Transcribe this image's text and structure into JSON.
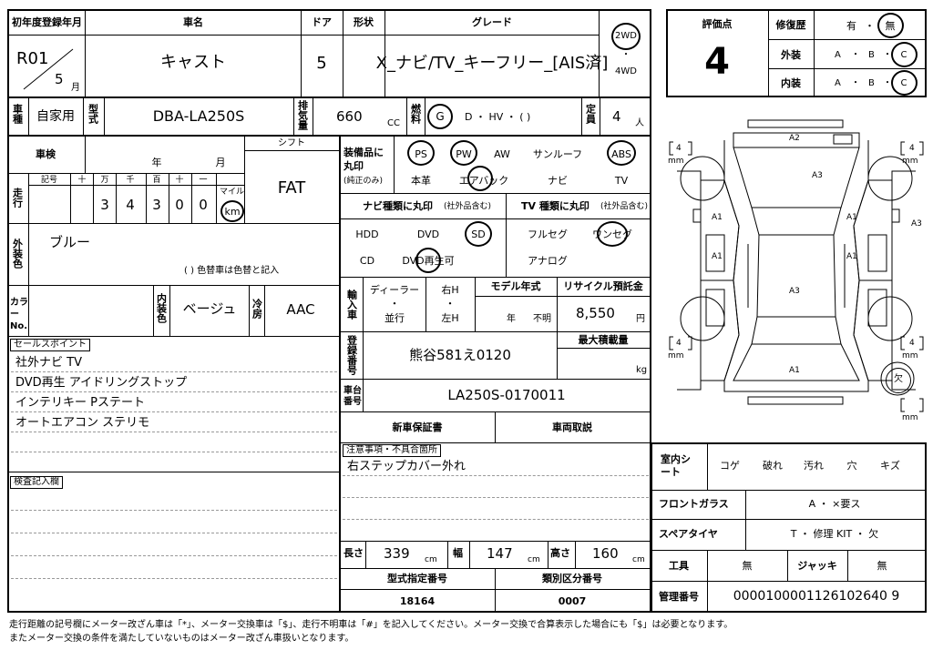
{
  "header": {
    "first_reg_label": "初年度登録年月",
    "car_name_label": "車名",
    "doors_label": "ドア",
    "shape_label": "形状",
    "grade_label": "グレード",
    "reg_year": "R01",
    "reg_month": "5",
    "month_unit": "月",
    "car_name": "キャスト",
    "doors": "5",
    "grade": "X_ナビ/TV_キーフリー_[AIS済]",
    "drive_2wd": "2WD",
    "drive_dot": "・",
    "drive_4wd": "4WD"
  },
  "rating": {
    "score_label": "評価点",
    "score": "4",
    "repair_label": "修復歴",
    "repair_opt1": "有",
    "repair_sep": "・",
    "repair_opt2": "無",
    "exterior_label": "外装",
    "interior_label": "内装",
    "grade_a": "A",
    "grade_b": "B",
    "grade_c": "C",
    "grade_sep": "・"
  },
  "row2": {
    "use_label": "車種",
    "use": "自家用",
    "model_label": "型式",
    "model": "DBA-LA250S",
    "displacement_label": "排気量",
    "displacement": "660",
    "displacement_unit": "CC",
    "fuel_label": "燃料",
    "fuel_g": "G",
    "fuel_rest": "D ・ HV ・ (      )",
    "capacity_label": "定員",
    "capacity": "4",
    "capacity_unit": "人"
  },
  "inspection": {
    "shaken_label": "車検",
    "year_label": "年",
    "month_label": "月",
    "shift_label": "シフト",
    "shift": "FAT",
    "mileage_label": "走行",
    "symbol_label": "記号",
    "digit_labels": [
      "十",
      "万",
      "千",
      "百",
      "十",
      "一"
    ],
    "digits": [
      "",
      "3",
      "4",
      "3",
      "0",
      "0"
    ],
    "mile_label": "マイル",
    "km_label": "km"
  },
  "exterior_color": {
    "label": "外装色",
    "value": "ブルー",
    "note": "(        ) 色替車は色替と記入"
  },
  "color_row": {
    "color_no_label": "カラーNo.",
    "interior_color_label": "内装色",
    "interior_color": "ベージュ",
    "ac_label": "冷房",
    "ac": "AAC"
  },
  "sales": {
    "label": "セールスポイント",
    "lines": [
      "社外ナビ TV",
      "DVD再生 アイドリングストップ",
      "インテリキー Pステート",
      "オートエアコン ステリモ"
    ]
  },
  "inspect_entry_label": "検査記入欄",
  "equipment": {
    "label": "装備品に丸印",
    "sub": "(純正のみ)",
    "row1": [
      "PS",
      "PW",
      "AW",
      "サンルーフ",
      "ABS"
    ],
    "row2": [
      "本革",
      "エアバック",
      "ナビ",
      "TV"
    ]
  },
  "navi": {
    "label": "ナビ種類に丸印",
    "sub": "(社外品含む)",
    "row1": [
      "HDD",
      "DVD",
      "SD"
    ],
    "row2": [
      "CD",
      "DVD再生可"
    ]
  },
  "tv": {
    "label": "TV 種類に丸印",
    "sub": "(社外品含む)",
    "row1": [
      "フルセグ",
      "ワンセグ"
    ],
    "row2": [
      "アナログ"
    ]
  },
  "import": {
    "label": "輸入車",
    "dealer": "ディーラー",
    "dot": "・",
    "parallel": "並行",
    "right": "右H",
    "left": "左H",
    "model_year_label": "モデル年式",
    "year_unit": "年",
    "unknown": "不明",
    "recycle_label": "リサイクル預託金",
    "recycle": "8,550",
    "yen": "円"
  },
  "registration": {
    "label": "登録番号",
    "value": "熊谷581え0120",
    "max_load_label": "最大積載量",
    "kg": "kg"
  },
  "chassis": {
    "label": "車台番号",
    "value": "LA250S-0170011"
  },
  "docs": {
    "warranty": "新車保証書",
    "manual": "車両取説"
  },
  "notes": {
    "label": "注意事項・不具合箇所",
    "line1": "右ステップカバー外れ"
  },
  "dims": {
    "length_label": "長さ",
    "length": "339",
    "width_label": "幅",
    "width": "147",
    "height_label": "高さ",
    "height": "160",
    "unit": "cm"
  },
  "type_numbers": {
    "designation_label": "型式指定番号",
    "designation": "18164",
    "category_label": "類別区分番号",
    "category": "0007"
  },
  "diagram": {
    "bracket_4": "4",
    "mm": "mm",
    "a1": "A1",
    "a2": "A2",
    "a3": "A3",
    "missing": "欠"
  },
  "interior_sheet": {
    "label": "室内シート",
    "items": [
      "コゲ",
      "破れ",
      "汚れ",
      "穴",
      "キズ"
    ]
  },
  "windshield": {
    "label": "フロントガラス",
    "value": "A  ・  ×要ス"
  },
  "spare": {
    "label": "スペアタイヤ",
    "value": "T  ・  修理 KIT  ・  欠"
  },
  "tools": {
    "label": "工具",
    "value": "無",
    "jack_label": "ジャッキ",
    "jack_value": "無"
  },
  "mgmt": {
    "label": "管理番号",
    "value": "0000100001126102640 9"
  },
  "footer": {
    "line1": "走行距離の記号欄にメーター改ざん車は「*」、メーター交換車は「$」、走行不明車は「#」を記入してください。メーター交換で合算表示した場合にも「$」は必要となります。",
    "line2": "またメーター交換の条件を満たしていないものはメーター改ざん車扱いとなります。"
  }
}
